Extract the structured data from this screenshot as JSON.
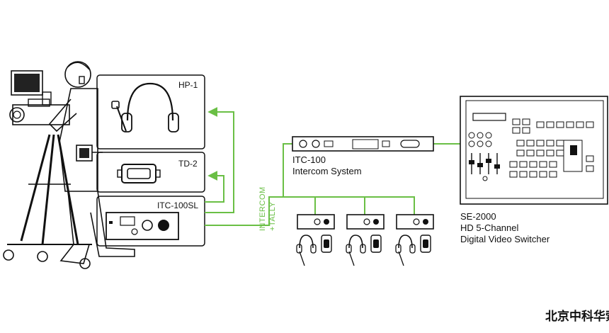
{
  "devices": {
    "hp1": {
      "label": "HP-1"
    },
    "td2": {
      "label": "TD-2"
    },
    "itc100sl": {
      "label": "ITC-100SL"
    },
    "itc100": {
      "model": "ITC-100",
      "name": "Intercom System"
    },
    "se2000": {
      "model": "SE-2000",
      "line1": "HD 5-Channel",
      "line2": "Digital Video Switcher"
    }
  },
  "link": {
    "line1": "INTERCOM",
    "line2": "+TALLY"
  },
  "watermark": "北京中科华索",
  "colors": {
    "link": "#6abf45",
    "outline": "#111111",
    "panel": "#ffffff"
  }
}
